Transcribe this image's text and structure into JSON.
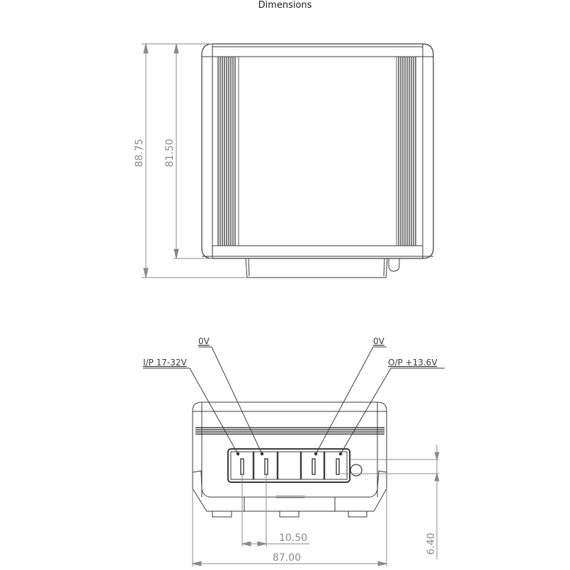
{
  "page": {
    "title": "Dimensions"
  },
  "colors": {
    "line": "#3a3a3a",
    "dimension": "#8a8a8a",
    "background": "#ffffff"
  },
  "front_view": {
    "dimensions": {
      "overall_height": "88.75",
      "body_height": "81.50"
    }
  },
  "bottom_view": {
    "callouts": {
      "input_positive": "I/P 17-32V",
      "input_zero": "0V",
      "output_zero": "0V",
      "output_positive": "O/P +13.6V"
    },
    "dimensions": {
      "pin_pitch": "10.50",
      "overall_width": "87.00",
      "terminal_offset": "6.40"
    },
    "terminal_block": {
      "positions": 5,
      "occupied": [
        1,
        2,
        4,
        5
      ]
    }
  }
}
